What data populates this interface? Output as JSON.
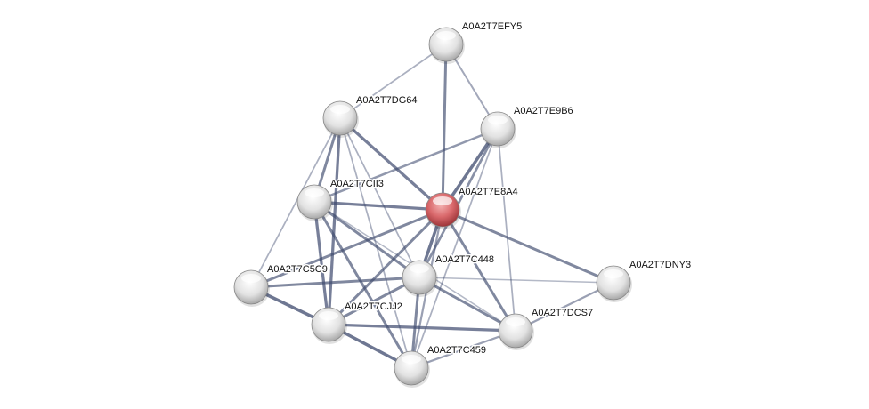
{
  "network": {
    "query_node": "A0A2T7E8A4",
    "colors": {
      "query_node": "#d9686b",
      "other_node": "#e6e6e6",
      "edge": "#3e4a6e"
    },
    "nodes": [
      {
        "id": "A0A2T7EFY5",
        "label": "A0A2T7EFY5"
      },
      {
        "id": "A0A2T7DG64",
        "label": "A0A2T7DG64"
      },
      {
        "id": "A0A2T7E9B6",
        "label": "A0A2T7E9B6"
      },
      {
        "id": "A0A2T7CII3",
        "label": "A0A2T7CII3"
      },
      {
        "id": "A0A2T7E8A4",
        "label": "A0A2T7E8A4"
      },
      {
        "id": "A0A2T7C5C9",
        "label": "A0A2T7C5C9"
      },
      {
        "id": "A0A2T7C448",
        "label": "A0A2T7C448"
      },
      {
        "id": "A0A2T7DNY3",
        "label": "A0A2T7DNY3"
      },
      {
        "id": "A0A2T7CJJ2",
        "label": "A0A2T7CJJ2"
      },
      {
        "id": "A0A2T7DCS7",
        "label": "A0A2T7DCS7"
      },
      {
        "id": "A0A2T7C459",
        "label": "A0A2T7C459"
      }
    ],
    "edges": [
      [
        "A0A2T7EFY5",
        "A0A2T7DG64",
        0.3
      ],
      [
        "A0A2T7EFY5",
        "A0A2T7E8A4",
        0.8
      ],
      [
        "A0A2T7EFY5",
        "A0A2T7E9B6",
        0.4
      ],
      [
        "A0A2T7DG64",
        "A0A2T7CII3",
        0.8
      ],
      [
        "A0A2T7DG64",
        "A0A2T7CJJ2",
        0.9
      ],
      [
        "A0A2T7DG64",
        "A0A2T7E8A4",
        0.9
      ],
      [
        "A0A2T7DG64",
        "A0A2T7C5C9",
        0.3
      ],
      [
        "A0A2T7DG64",
        "A0A2T7C448",
        0.3
      ],
      [
        "A0A2T7DG64",
        "A0A2T7C459",
        0.3
      ],
      [
        "A0A2T7E9B6",
        "A0A2T7CII3",
        0.6
      ],
      [
        "A0A2T7E9B6",
        "A0A2T7E8A4",
        1.0
      ],
      [
        "A0A2T7E9B6",
        "A0A2T7C448",
        0.7
      ],
      [
        "A0A2T7E9B6",
        "A0A2T7DCS7",
        0.3
      ],
      [
        "A0A2T7E9B6",
        "A0A2T7C459",
        0.3
      ],
      [
        "A0A2T7CII3",
        "A0A2T7E8A4",
        0.9
      ],
      [
        "A0A2T7CII3",
        "A0A2T7CJJ2",
        0.9
      ],
      [
        "A0A2T7CII3",
        "A0A2T7C448",
        0.8
      ],
      [
        "A0A2T7CII3",
        "A0A2T7C459",
        0.8
      ],
      [
        "A0A2T7CII3",
        "A0A2T7DCS7",
        0.2
      ],
      [
        "A0A2T7E8A4",
        "A0A2T7C5C9",
        0.8
      ],
      [
        "A0A2T7E8A4",
        "A0A2T7C448",
        1.0
      ],
      [
        "A0A2T7E8A4",
        "A0A2T7CJJ2",
        0.8
      ],
      [
        "A0A2T7E8A4",
        "A0A2T7DNY3",
        0.8
      ],
      [
        "A0A2T7E8A4",
        "A0A2T7DCS7",
        0.8
      ],
      [
        "A0A2T7E8A4",
        "A0A2T7C459",
        0.5
      ],
      [
        "A0A2T7C5C9",
        "A0A2T7C448",
        0.8
      ],
      [
        "A0A2T7C5C9",
        "A0A2T7CJJ2",
        1.0
      ],
      [
        "A0A2T7C448",
        "A0A2T7CJJ2",
        0.8
      ],
      [
        "A0A2T7C448",
        "A0A2T7C459",
        0.8
      ],
      [
        "A0A2T7C448",
        "A0A2T7DCS7",
        0.8
      ],
      [
        "A0A2T7C448",
        "A0A2T7DNY3",
        0.2
      ],
      [
        "A0A2T7CJJ2",
        "A0A2T7DCS7",
        0.9
      ],
      [
        "A0A2T7CJJ2",
        "A0A2T7C459",
        1.0
      ],
      [
        "A0A2T7DCS7",
        "A0A2T7DNY3",
        0.5
      ],
      [
        "A0A2T7DCS7",
        "A0A2T7C459",
        0.5
      ]
    ]
  }
}
